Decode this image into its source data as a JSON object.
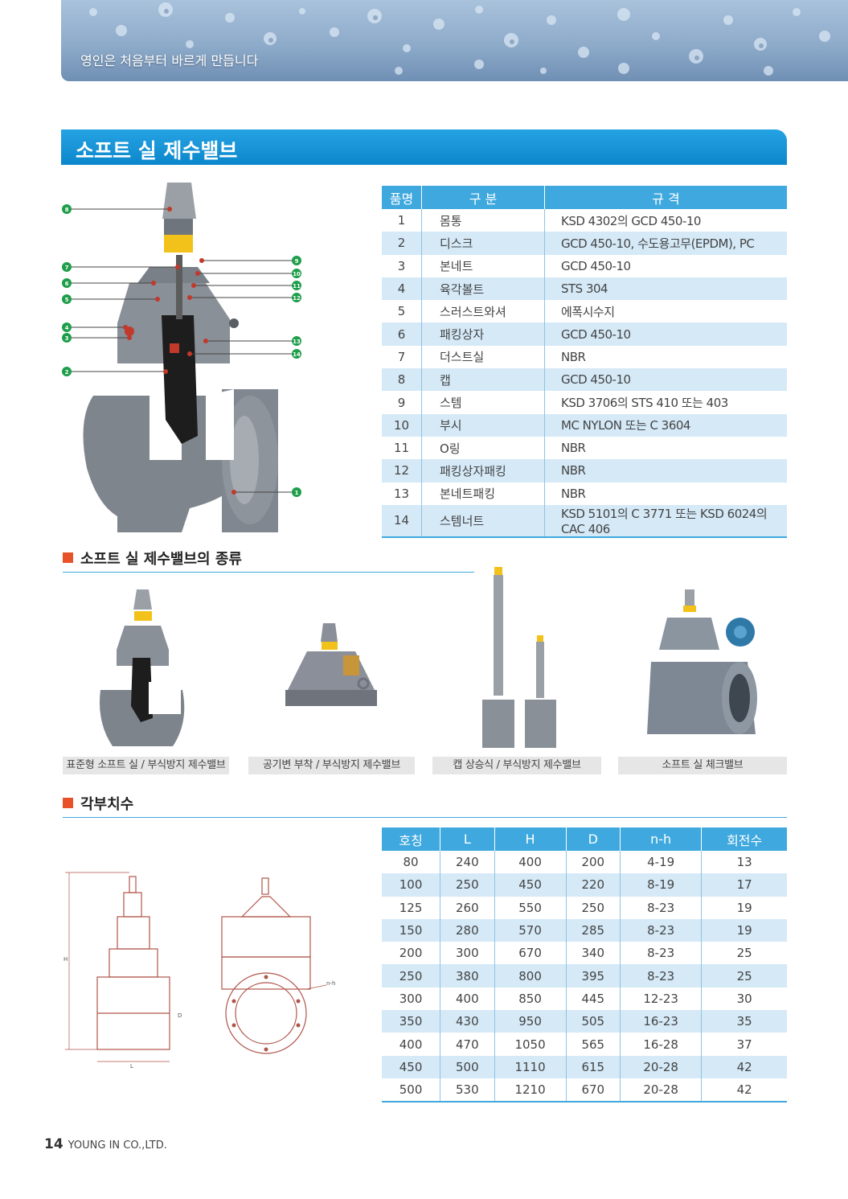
{
  "header": {
    "tagline": "영인은 처음부터 바르게 만듭니다"
  },
  "section_title": "소프트 실 제수밸브",
  "callouts": [
    "8",
    "7",
    "6",
    "5",
    "4",
    "3",
    "2",
    "9",
    "10",
    "11",
    "12",
    "13",
    "14",
    "1"
  ],
  "parts_table": {
    "headers": [
      "품명",
      "구  분",
      "규  격"
    ],
    "rows": [
      [
        "1",
        "몸통",
        "KSD 4302의 GCD 450-10"
      ],
      [
        "2",
        "디스크",
        "GCD 450-10, 수도용고무(EPDM), PC"
      ],
      [
        "3",
        "본네트",
        "GCD 450-10"
      ],
      [
        "4",
        "육각볼트",
        "STS 304"
      ],
      [
        "5",
        "스러스트와셔",
        "에폭시수지"
      ],
      [
        "6",
        "패킹상자",
        "GCD 450-10"
      ],
      [
        "7",
        "더스트실",
        "NBR"
      ],
      [
        "8",
        "캡",
        "GCD 450-10"
      ],
      [
        "9",
        "스템",
        "KSD 3706의 STS 410 또는 403"
      ],
      [
        "10",
        "부시",
        "MC NYLON 또는 C 3604"
      ],
      [
        "11",
        "O링",
        "NBR"
      ],
      [
        "12",
        "패킹상자패킹",
        "NBR"
      ],
      [
        "13",
        "본네트패킹",
        "NBR"
      ],
      [
        "14",
        "스템너트",
        "KSD 5101의 C 3771 또는 KSD 6024의 CAC 406"
      ]
    ]
  },
  "types_heading": "소프트 실 제수밸브의 종류",
  "products": [
    {
      "caption": "표준형 소프트 실 / 부식방지 제수밸브"
    },
    {
      "caption": "공기변 부착 / 부식방지 제수밸브"
    },
    {
      "caption": "캡 상승식 / 부식방지 제수밸브"
    },
    {
      "caption": "소프트 실 체크밸브"
    }
  ],
  "dims_heading": "각부치수",
  "drawing_labels": {
    "h": "H",
    "l": "L",
    "d": "D",
    "nh": "n-h"
  },
  "dims_table": {
    "headers": [
      "호칭",
      "L",
      "H",
      "D",
      "n-h",
      "회전수"
    ],
    "rows": [
      [
        "80",
        "240",
        "400",
        "200",
        "4-19",
        "13"
      ],
      [
        "100",
        "250",
        "450",
        "220",
        "8-19",
        "17"
      ],
      [
        "125",
        "260",
        "550",
        "250",
        "8-23",
        "19"
      ],
      [
        "150",
        "280",
        "570",
        "285",
        "8-23",
        "19"
      ],
      [
        "200",
        "300",
        "670",
        "340",
        "8-23",
        "25"
      ],
      [
        "250",
        "380",
        "800",
        "395",
        "8-23",
        "25"
      ],
      [
        "300",
        "400",
        "850",
        "445",
        "12-23",
        "30"
      ],
      [
        "350",
        "430",
        "950",
        "505",
        "16-23",
        "35"
      ],
      [
        "400",
        "470",
        "1050",
        "565",
        "16-28",
        "37"
      ],
      [
        "450",
        "500",
        "1110",
        "615",
        "20-28",
        "42"
      ],
      [
        "500",
        "530",
        "1210",
        "670",
        "20-28",
        "42"
      ]
    ]
  },
  "footer": {
    "page_number": "14",
    "company": "YOUNG IN CO.,LTD."
  },
  "colors": {
    "accent_blue": "#3fa8de",
    "row_alt": "#d5e9f7",
    "marker_red": "#e8522a",
    "callout_green": "#1e9e4a"
  }
}
